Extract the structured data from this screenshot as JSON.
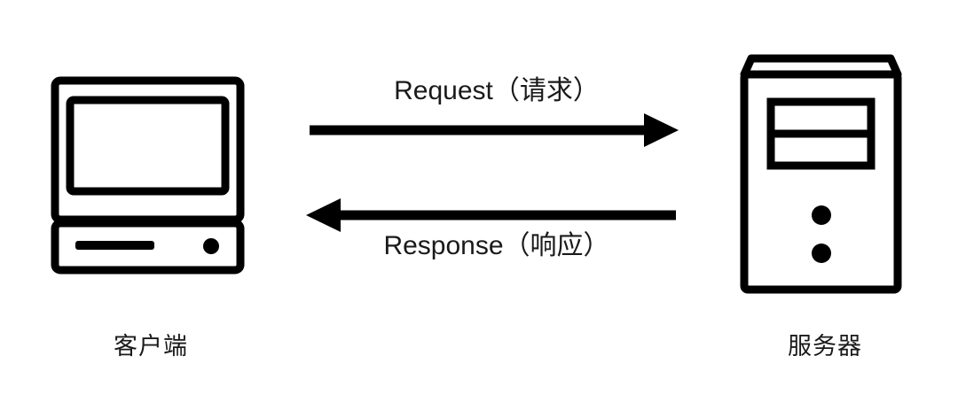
{
  "diagram": {
    "title": "Client-Server Request Response",
    "background_color": "#ffffff",
    "stroke_color": "#000000",
    "text_color": "#1a1a1a",
    "nodes": [
      {
        "id": "client",
        "caption": "客户端",
        "icon": "desktop-computer-icon"
      },
      {
        "id": "server",
        "caption": "服务器",
        "icon": "server-tower-icon"
      }
    ],
    "edges": [
      {
        "id": "request",
        "label": "Request（请求）",
        "direction": "client-to-server",
        "arrow": "right"
      },
      {
        "id": "response",
        "label": "Response（响应）",
        "direction": "server-to-client",
        "arrow": "left"
      }
    ]
  }
}
